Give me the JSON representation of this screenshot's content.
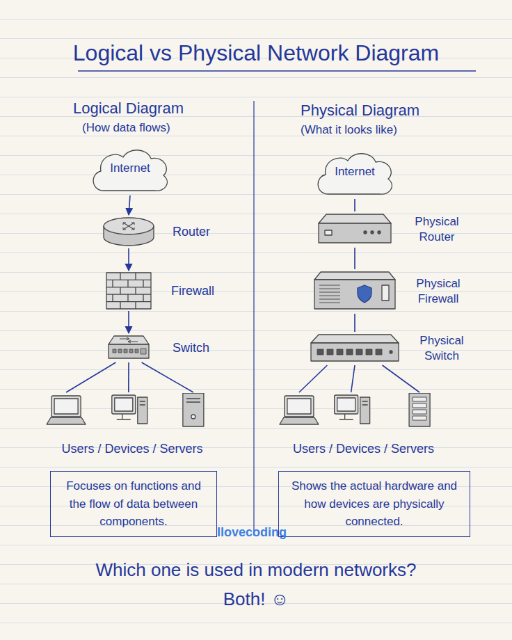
{
  "diagram": {
    "title": "Logical vs Physical Network Diagram",
    "nodes": [
      {
        "text": [
          "Internet"
        ]
      },
      {
        "text": [
          "Router"
        ]
      },
      {
        "text": [
          "Firewall"
        ]
      },
      {
        "text": [
          "Switch"
        ]
      },
      {
        "text": [
          "Users / Devices / Servers"
        ]
      },
      {
        "text": [
          "Focuses on functions and the flow of data between components."
        ]
      },
      {
        "text": [
          "Internet"
        ]
      },
      {
        "text": [
          "Physical Router"
        ]
      },
      {
        "text": [
          "Physical Firewall"
        ]
      },
      {
        "text": [
          "Physical Switch"
        ]
      },
      {
        "text": [
          "Users / Devices / Servers"
        ]
      },
      {
        "text": [
          "Shows the actual hardware and how devices are physically connected."
        ]
      }
    ],
    "edges": [
      {
        "from": 0,
        "to": 1,
        "arrow": "to"
      },
      {
        "from": 1,
        "to": 2,
        "arrow": "to"
      },
      {
        "from": 2,
        "to": 3,
        "arrow": "to"
      },
      {
        "from": 3,
        "to": 4,
        "arrow": "none"
      },
      {
        "from": 3,
        "to": 4,
        "arrow": "none"
      },
      {
        "from": 3,
        "to": 4,
        "arrow": "none"
      },
      {
        "from": 6,
        "to": 7,
        "arrow": "none"
      },
      {
        "from": 7,
        "to": 8,
        "arrow": "none"
      },
      {
        "from": 8,
        "to": 9,
        "arrow": "none"
      },
      {
        "from": 9,
        "to": 10,
        "arrow": "none"
      },
      {
        "from": 9,
        "to": 10,
        "arrow": "none"
      },
      {
        "from": 9,
        "to": 10,
        "arrow": "none"
      }
    ],
    "labels": [
      "Logical Diagram",
      "(How data flows)",
      "Physical Diagram",
      "(What it looks like)",
      "Ilovecoding",
      "Which one is used in modern networks?",
      "Both! ☺"
    ]
  }
}
